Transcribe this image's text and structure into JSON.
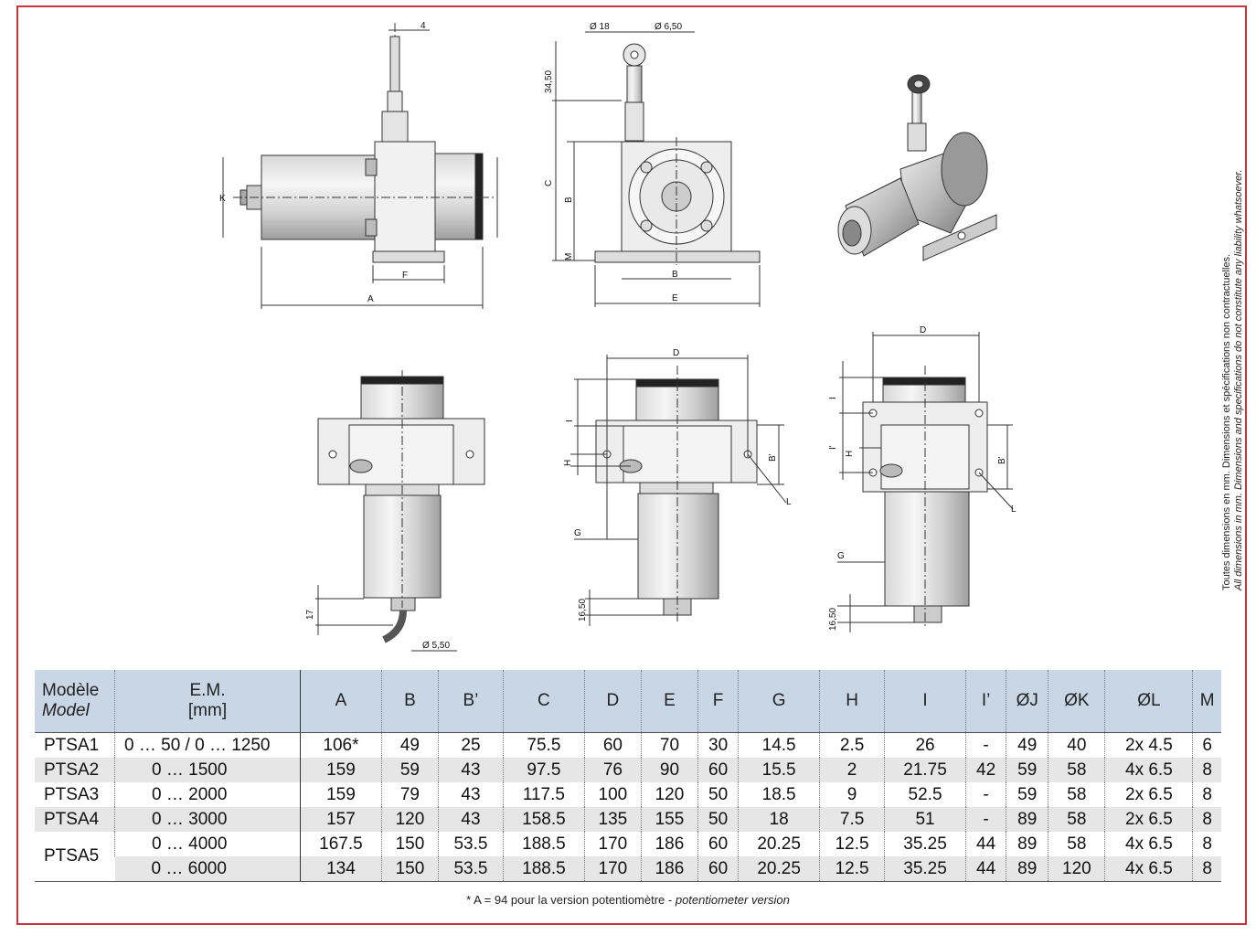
{
  "drawing_labels": {
    "dim_4": "4",
    "dim_k": "K",
    "dim_f": "F",
    "dim_a": "A",
    "dim_d18": "Ø 18",
    "dim_d650": "Ø 6,50",
    "dim_3450": "34,50",
    "dim_c": "C",
    "dim_b_vert": "B",
    "dim_m": "M",
    "dim_b_horiz": "B",
    "dim_e": "E",
    "dim_17": "17",
    "dim_d550": "Ø 5,50",
    "dim_d_mid": "D",
    "dim_i_mid": "I",
    "dim_h_mid": "H",
    "dim_bp_mid": "B'",
    "dim_l_mid": "L",
    "dim_g_mid": "G",
    "dim_1650_mid": "16,50",
    "dim_d_right": "D",
    "dim_i_right": "I",
    "dim_ip_right": "I'",
    "dim_h_right": "H",
    "dim_bp_right": "B'",
    "dim_l_right": "L",
    "dim_g_right": "G",
    "dim_1650_right": "16,50"
  },
  "disclaimer": {
    "fr": "Toutes dimensions en mm. Dimensions et spécifications non contractuelles.",
    "en": "All dimensions in mm. Dimensions and specifications do not constitute any liability whatsoever."
  },
  "table": {
    "header_model_fr": "Modèle",
    "header_model_en": "Model",
    "header_em_line1": "E.M.",
    "header_em_line2": "[mm]",
    "columns": [
      "A",
      "B",
      "B’",
      "C",
      "D",
      "E",
      "F",
      "G",
      "H",
      "I",
      "I’",
      "ØJ",
      "ØK",
      "ØL",
      "M"
    ],
    "rows": [
      {
        "model": "PTSA1",
        "em": "0 … 50 / 0 … 1250",
        "values": [
          "106*",
          "49",
          "25",
          "75.5",
          "60",
          "70",
          "30",
          "14.5",
          "2.5",
          "26",
          "-",
          "49",
          "40",
          "2x 4.5",
          "6"
        ]
      },
      {
        "model": "PTSA2",
        "em": "0 … 1500",
        "values": [
          "159",
          "59",
          "43",
          "97.5",
          "76",
          "90",
          "60",
          "15.5",
          "2",
          "21.75",
          "42",
          "59",
          "58",
          "4x 6.5",
          "8"
        ]
      },
      {
        "model": "PTSA3",
        "em": "0 … 2000",
        "values": [
          "159",
          "79",
          "43",
          "117.5",
          "100",
          "120",
          "50",
          "18.5",
          "9",
          "52.5",
          "-",
          "59",
          "58",
          "2x 6.5",
          "8"
        ]
      },
      {
        "model": "PTSA4",
        "em": "0 … 3000",
        "values": [
          "157",
          "120",
          "43",
          "158.5",
          "135",
          "155",
          "50",
          "18",
          "7.5",
          "51",
          "-",
          "89",
          "58",
          "2x 6.5",
          "8"
        ]
      },
      {
        "model": "PTSA5",
        "em": "0 … 4000",
        "values": [
          "167.5",
          "150",
          "53.5",
          "188.5",
          "170",
          "186",
          "60",
          "20.25",
          "12.5",
          "35.25",
          "44",
          "89",
          "58",
          "4x 6.5",
          "8"
        ]
      },
      {
        "model": "",
        "em": "0 … 6000",
        "values": [
          "134",
          "150",
          "53.5",
          "188.5",
          "170",
          "186",
          "60",
          "20.25",
          "12.5",
          "35.25",
          "44",
          "89",
          "120",
          "4x 6.5",
          "8"
        ]
      }
    ]
  },
  "footnote": {
    "main": "* A = 94 pour la version potentiomètre - ",
    "italic": "potentiometer version"
  }
}
